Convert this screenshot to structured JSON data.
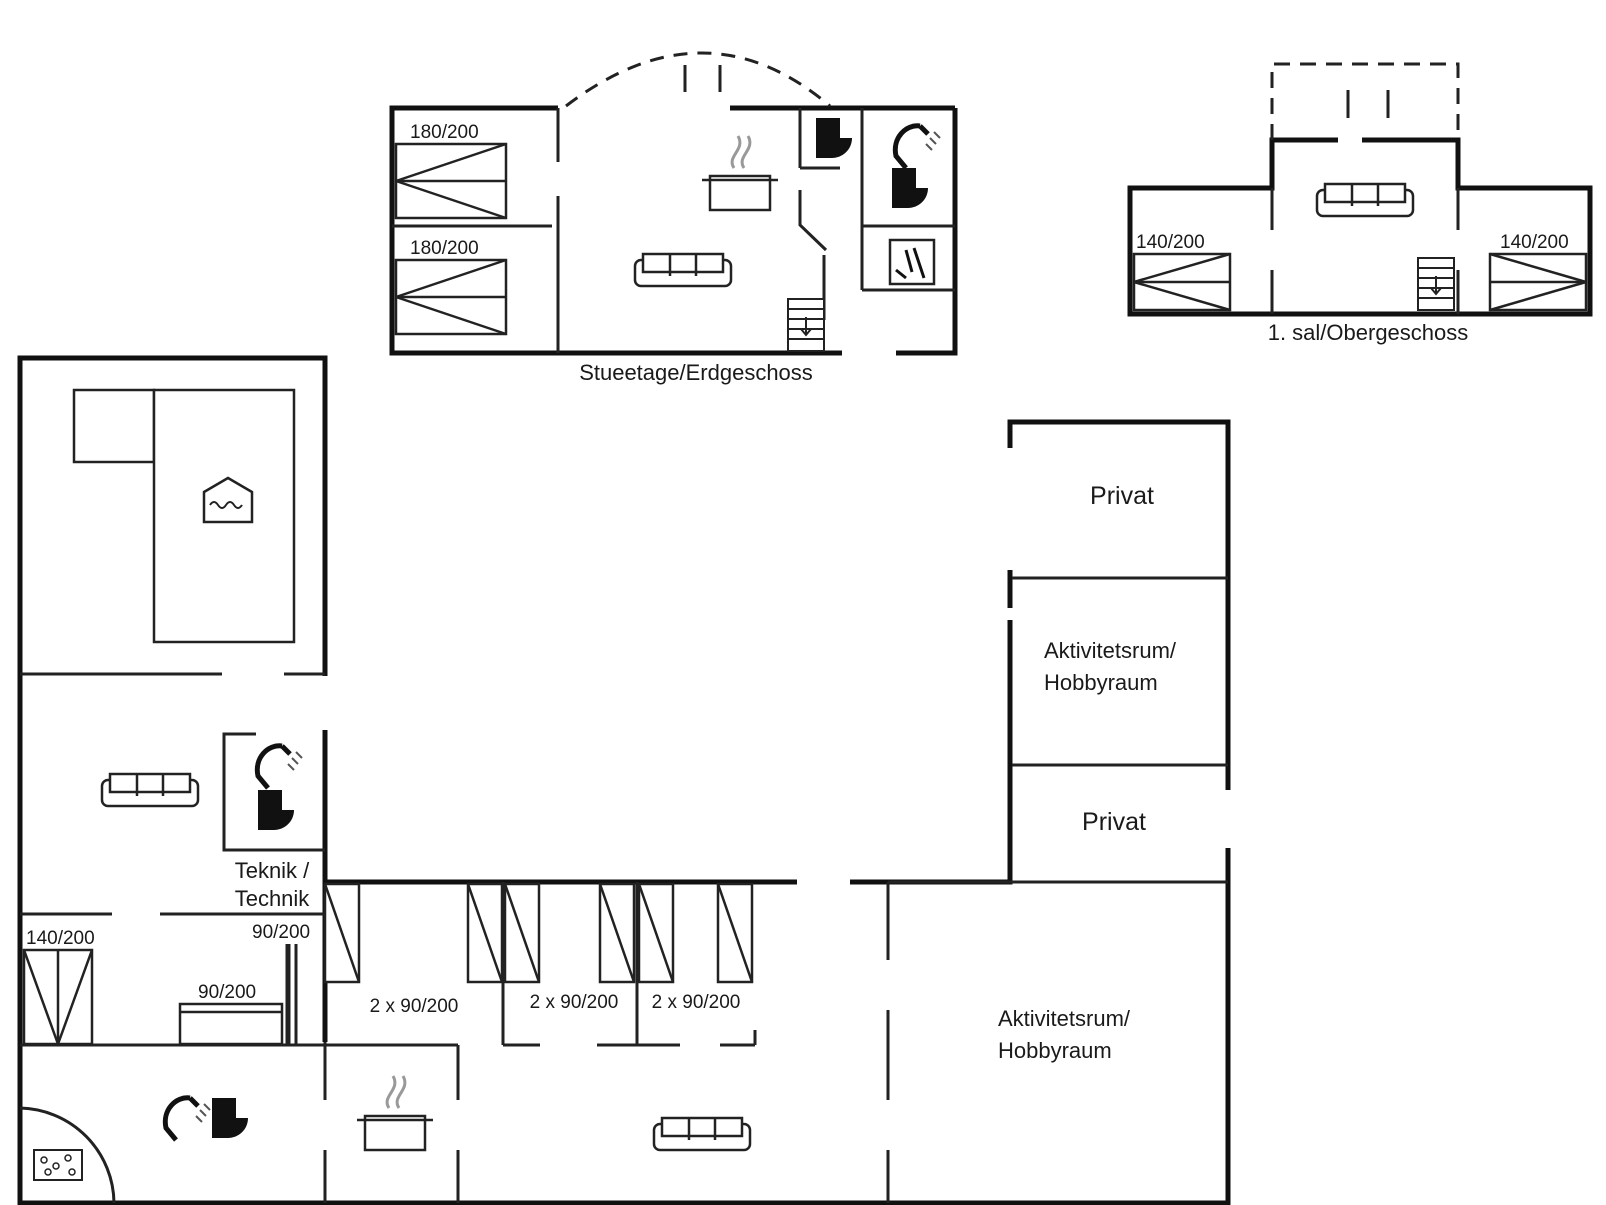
{
  "floors": {
    "ground_floor": "Stueetage/Erdgeschoss",
    "first_floor": "1. sal/Obergeschoss"
  },
  "beds": {
    "ground_left_top": "180/200",
    "ground_left_bottom": "180/200",
    "first_left": "140/200",
    "first_right": "140/200",
    "main_140": "140/200",
    "main_90_a": "90/200",
    "main_90_b": "90/200",
    "main_2x_a": "2 x 90/200",
    "main_2x_b": "2 x 90/200",
    "main_2x_c": "2 x 90/200"
  },
  "rooms": {
    "privat_top": "Privat",
    "aktivitet_top": [
      "Aktivitetsrum/",
      "Hobbyraum"
    ],
    "privat_bottom": "Privat",
    "aktivitet_bottom": [
      "Aktivitetsrum/",
      "Hobbyraum"
    ],
    "teknik": [
      "Teknik /",
      "Technik"
    ]
  },
  "icons": [
    "sofa-icon",
    "stove-pot-icon",
    "toilet-icon",
    "shower-icon",
    "washer-icon",
    "stairs-icon",
    "hot-tub-icon",
    "sauna-icon"
  ],
  "colors": {
    "wall": "#111111",
    "line": "#333333",
    "background": "#ffffff"
  }
}
